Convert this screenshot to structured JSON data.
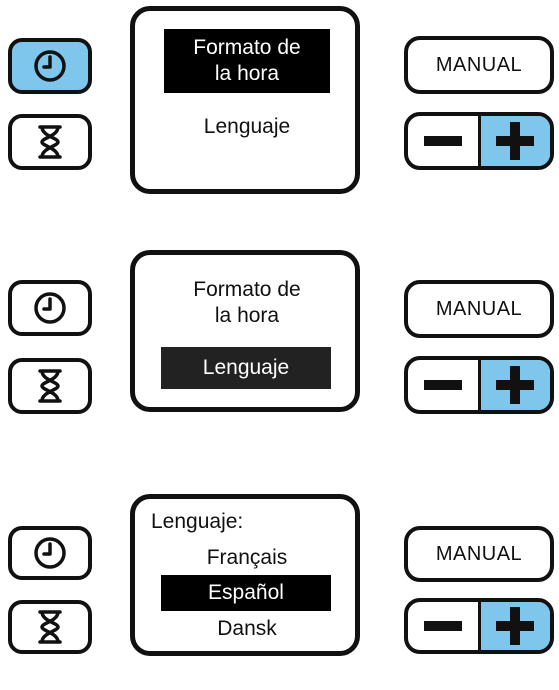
{
  "colors": {
    "accent": "#7fc6ec",
    "outline": "#111111",
    "highlight": "#000000"
  },
  "icons": {
    "clock": "clock-icon",
    "timer": "hourglass-icon",
    "minus": "minus-icon",
    "plus": "plus-icon"
  },
  "panels": [
    {
      "screen": {
        "line1": "Formato de",
        "line2": "la hora",
        "item2": "Lenguaje",
        "selected": "time-format"
      },
      "manual_label": "MANUAL",
      "clock_active": true
    },
    {
      "screen": {
        "line1": "Formato de",
        "line2": "la hora",
        "item2": "Lenguaje",
        "selected": "language"
      },
      "manual_label": "MANUAL",
      "clock_active": false
    },
    {
      "screen": {
        "title": "Lenguaje:",
        "options": [
          "Français",
          "Español",
          "Dansk"
        ],
        "selected": "Español"
      },
      "manual_label": "MANUAL",
      "clock_active": false
    }
  ]
}
